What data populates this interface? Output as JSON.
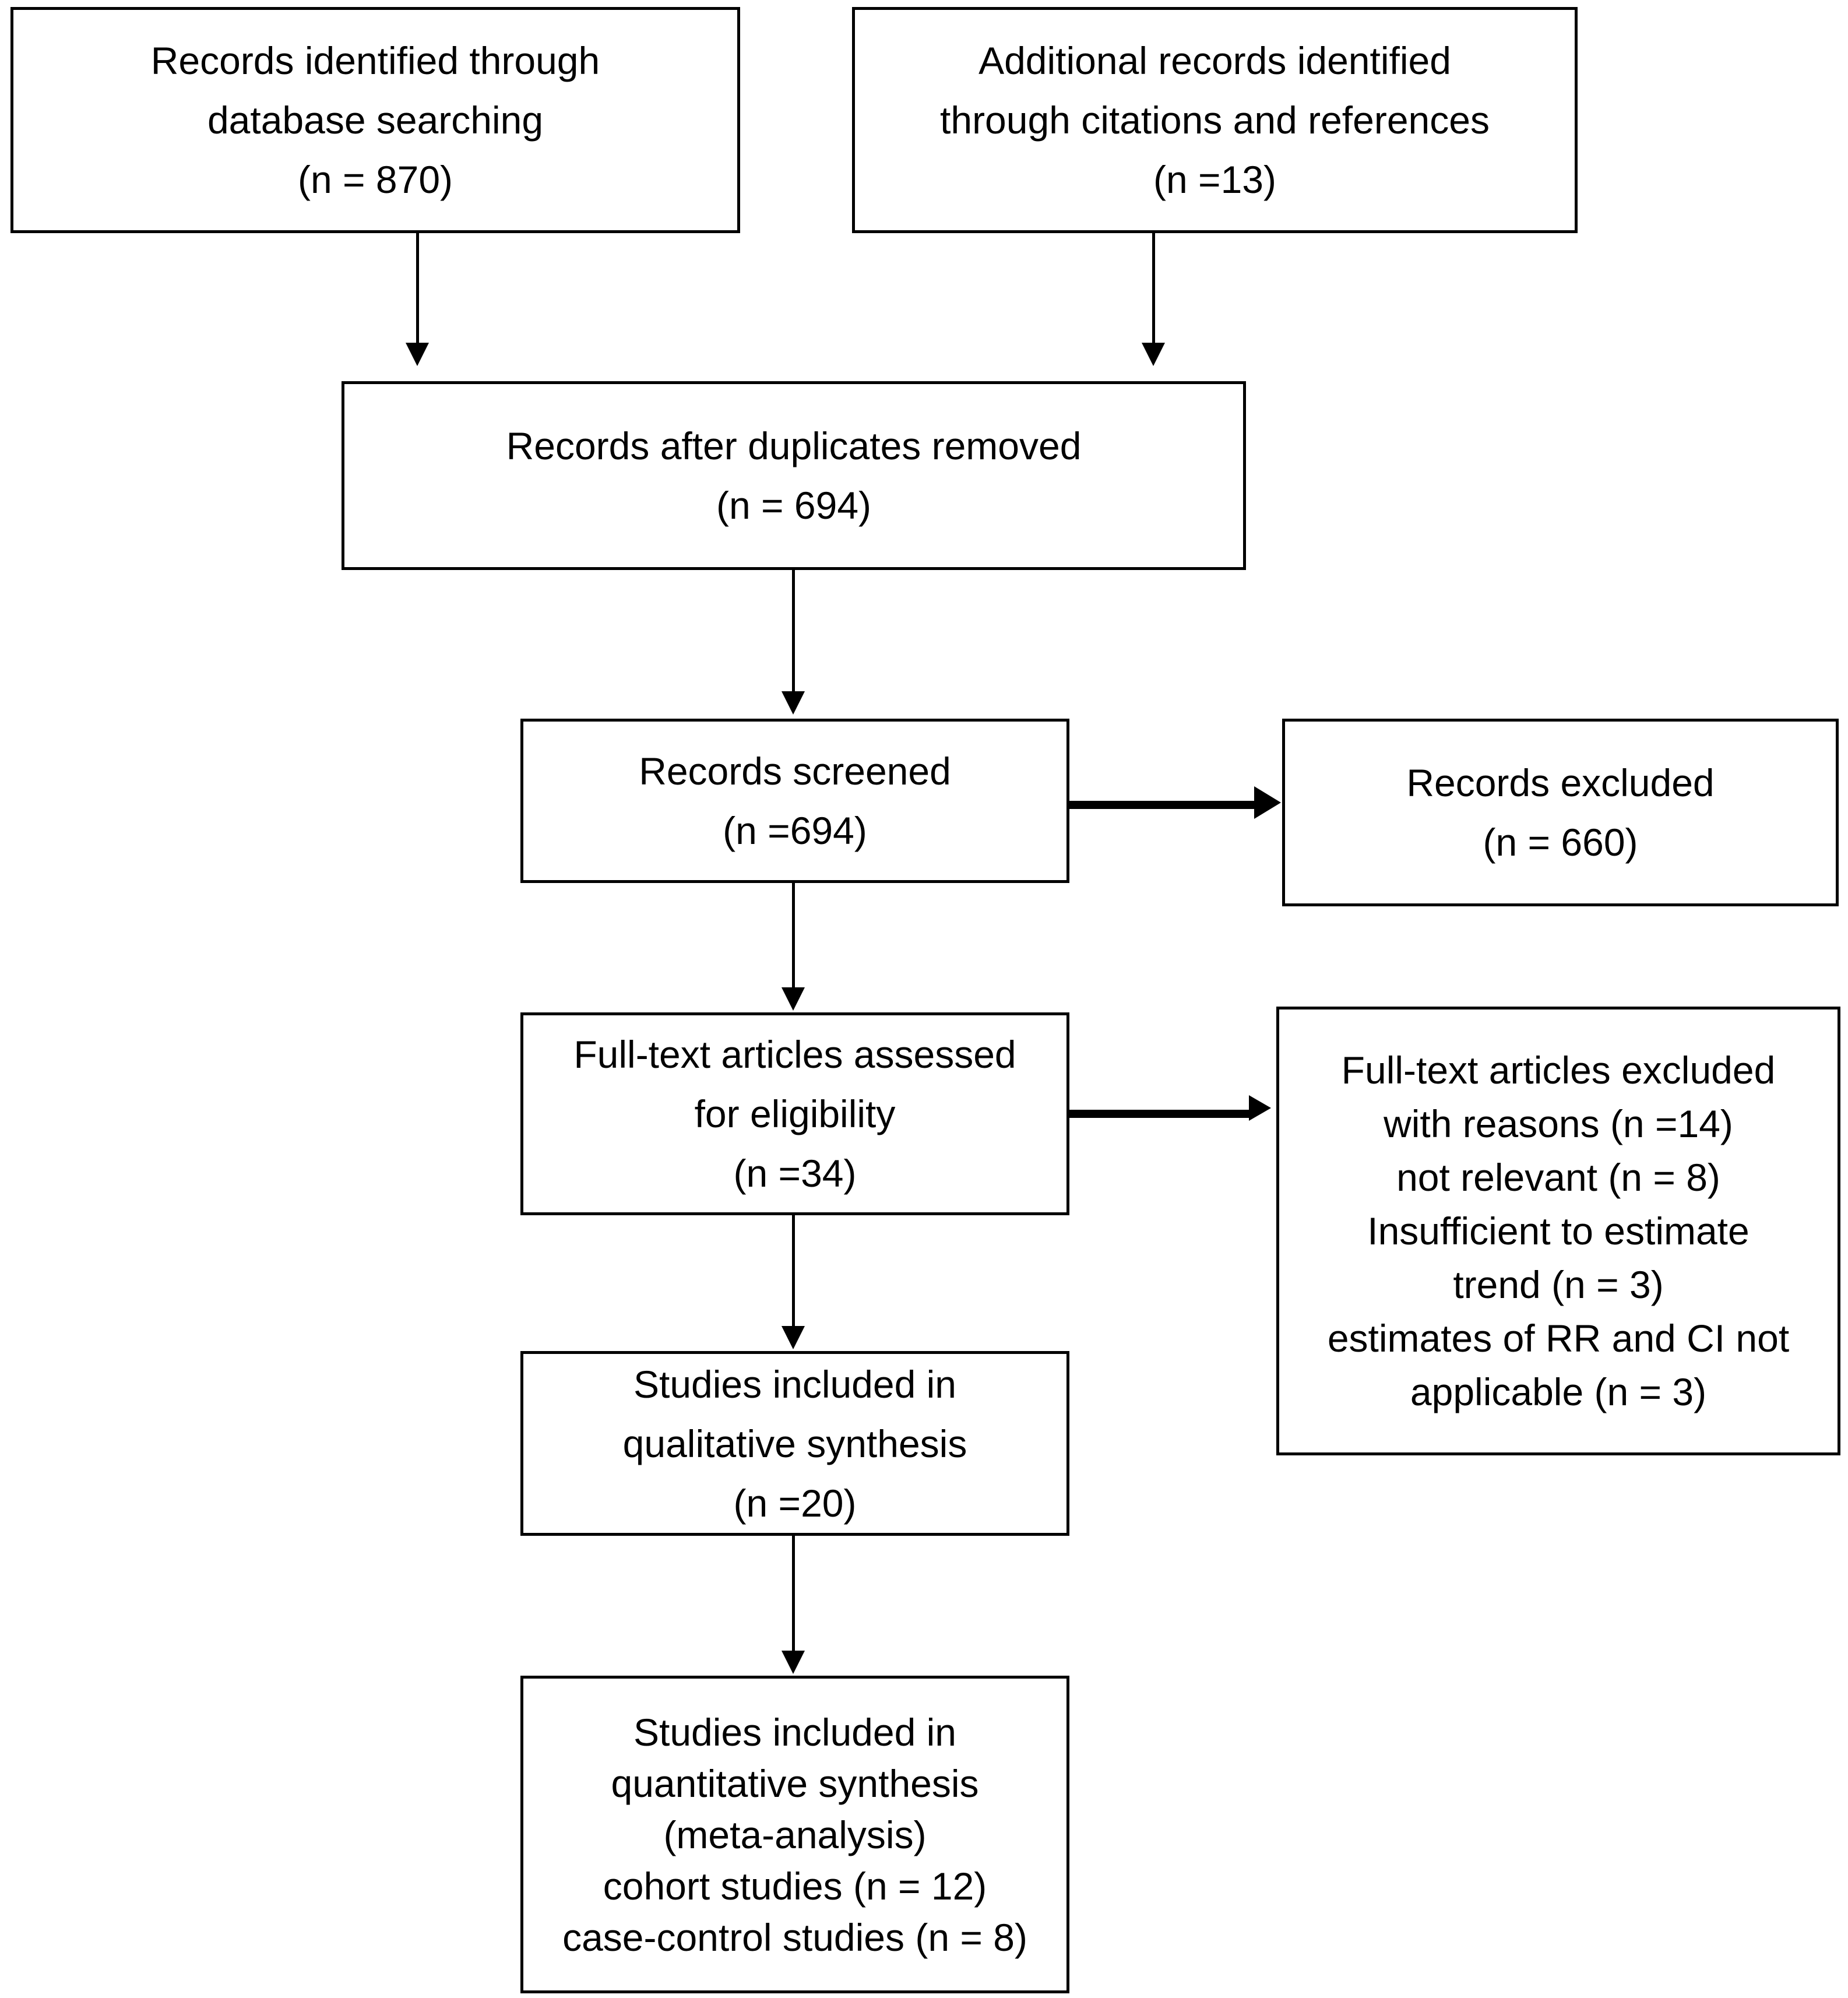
{
  "diagram": {
    "title": "PRISMA study selection flow diagram",
    "colors": {
      "box_border": "#000000",
      "background": "#ffffff",
      "text": "#000000",
      "connector": "#000000"
    },
    "nodes": {
      "database_search": {
        "line1": "Records identified through",
        "line2": "database searching",
        "line3": "(n = 870)",
        "count": 870
      },
      "additional_records": {
        "line1": "Additional records identified",
        "line2": "through citations and references",
        "line3": "(n =13)",
        "count": 13
      },
      "duplicates_removed": {
        "line1": "Records  after duplicates removed",
        "line2": "(n = 694)",
        "count": 694
      },
      "records_screened": {
        "line1": "Records  screened",
        "line2": "(n =694)",
        "count": 694
      },
      "records_excluded": {
        "line1": "Records excluded",
        "line2": "(n = 660)",
        "count": 660
      },
      "fulltext_assessed": {
        "line1": "Full-text articles assessed",
        "line2": "for  eligibility",
        "line3": "(n =34)",
        "count": 34
      },
      "fulltext_excluded": {
        "line1": "Full-text articles excluded",
        "line2": "with  reasons (n =14)",
        "line3": "not relevant (n = 8)",
        "line4": "Insufficient to estimate",
        "line5": "trend (n = 3)",
        "line6": "estimates of RR and CI not",
        "line7": "applicable (n = 3)",
        "count": 14,
        "reasons": [
          {
            "label": "not relevant",
            "count": 8
          },
          {
            "label": "Insufficient to estimate trend",
            "count": 3
          },
          {
            "label": "estimates of RR and CI not applicable",
            "count": 3
          }
        ]
      },
      "qualitative_synthesis": {
        "line1": "Studies included in",
        "line2": "qualitative synthesis",
        "line3": "(n =20)",
        "count": 20
      },
      "quantitative_synthesis": {
        "line1": "Studies included in",
        "line2": "quantitative synthesis",
        "line3": "(meta-analysis)",
        "line4": "cohort studies (n = 12)",
        "line5": "case-control studies (n = 8)",
        "cohort_count": 12,
        "case_control_count": 8
      }
    }
  }
}
